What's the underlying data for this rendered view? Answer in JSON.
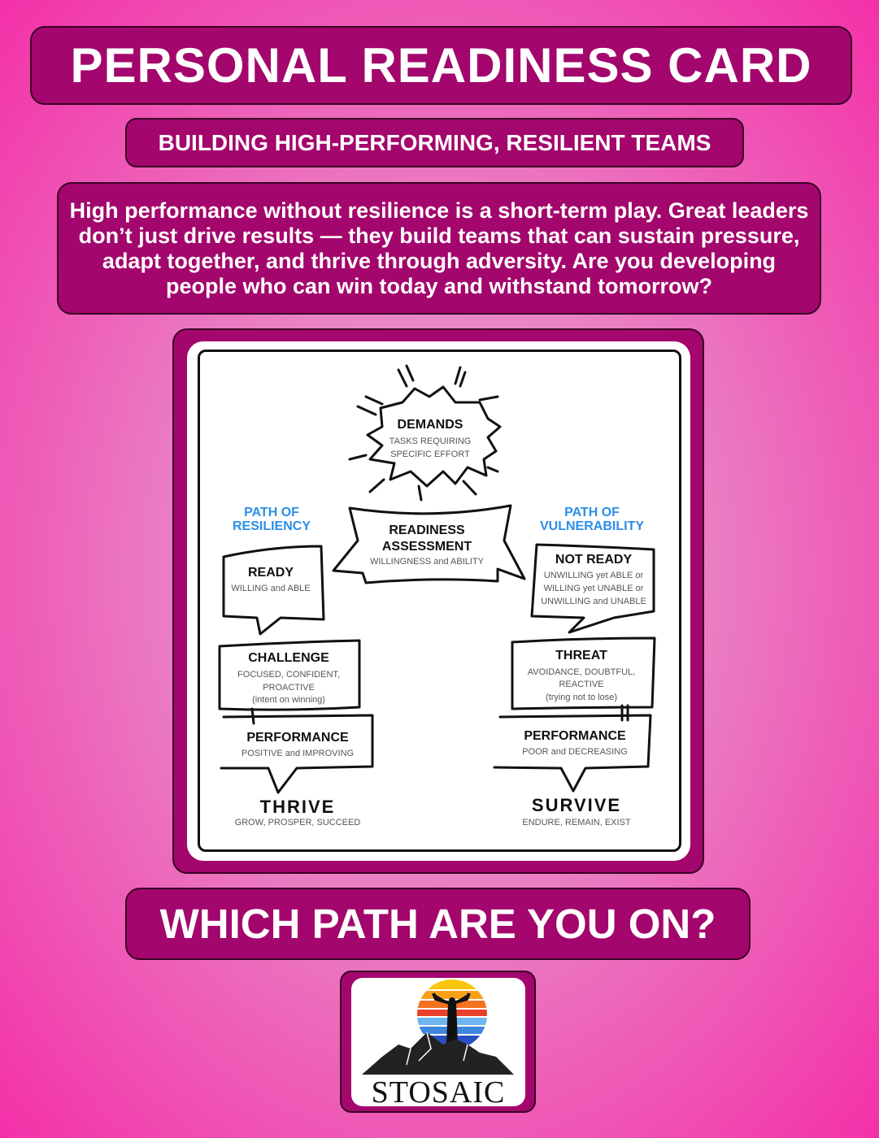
{
  "header": {
    "title": "PERSONAL READINESS CARD",
    "subtitle": "BUILDING HIGH-PERFORMING, RESILIENT TEAMS",
    "intro": "High performance without resilience is a short-term play. Great leaders don’t just drive results — they build teams that can sustain pressure, adapt together, and thrive through adversity. Are you developing people who can win today and withstand tomorrow?"
  },
  "diagram": {
    "demands": {
      "title": "DEMANDS",
      "lines": [
        "TASKS REQUIRING",
        "SPECIFIC EFFORT"
      ]
    },
    "assessment": {
      "title_1": "READINESS",
      "title_2": "ASSESSMENT",
      "sub": "WILLINGNESS and ABILITY"
    },
    "left_path": {
      "label_1": "PATH OF",
      "label_2": "RESILIENCY"
    },
    "right_path": {
      "label_1": "PATH OF",
      "label_2": "VULNERABILITY"
    },
    "ready": {
      "title": "READY",
      "sub": "WILLING and ABLE"
    },
    "not_ready": {
      "title": "NOT READY",
      "lines": [
        "UNWILLING yet ABLE or",
        "WILLING yet UNABLE or",
        "UNWILLING and UNABLE"
      ]
    },
    "challenge": {
      "title": "CHALLENGE",
      "lines": [
        "FOCUSED, CONFIDENT,",
        "PROACTIVE",
        "(intent on winning)"
      ]
    },
    "threat": {
      "title": "THREAT",
      "lines": [
        "AVOIDANCE, DOUBTFUL,",
        "REACTIVE",
        "(trying not to lose)"
      ]
    },
    "performance_left": {
      "title": "PERFORMANCE",
      "sub": "POSITIVE and IMPROVING"
    },
    "performance_right": {
      "title": "PERFORMANCE",
      "sub": "POOR and DECREASING"
    },
    "thrive": {
      "title": "THRIVE",
      "sub": "GROW, PROSPER, SUCCEED"
    },
    "survive": {
      "title": "SURVIVE",
      "sub": "ENDURE, REMAIN, EXIST"
    }
  },
  "question": "WHICH PATH ARE YOU ON?",
  "logo": {
    "text": "STOSAIC"
  },
  "colors": {
    "box": "#a3066c",
    "path_label": "#2b8ee8",
    "background": "#f430a8"
  }
}
